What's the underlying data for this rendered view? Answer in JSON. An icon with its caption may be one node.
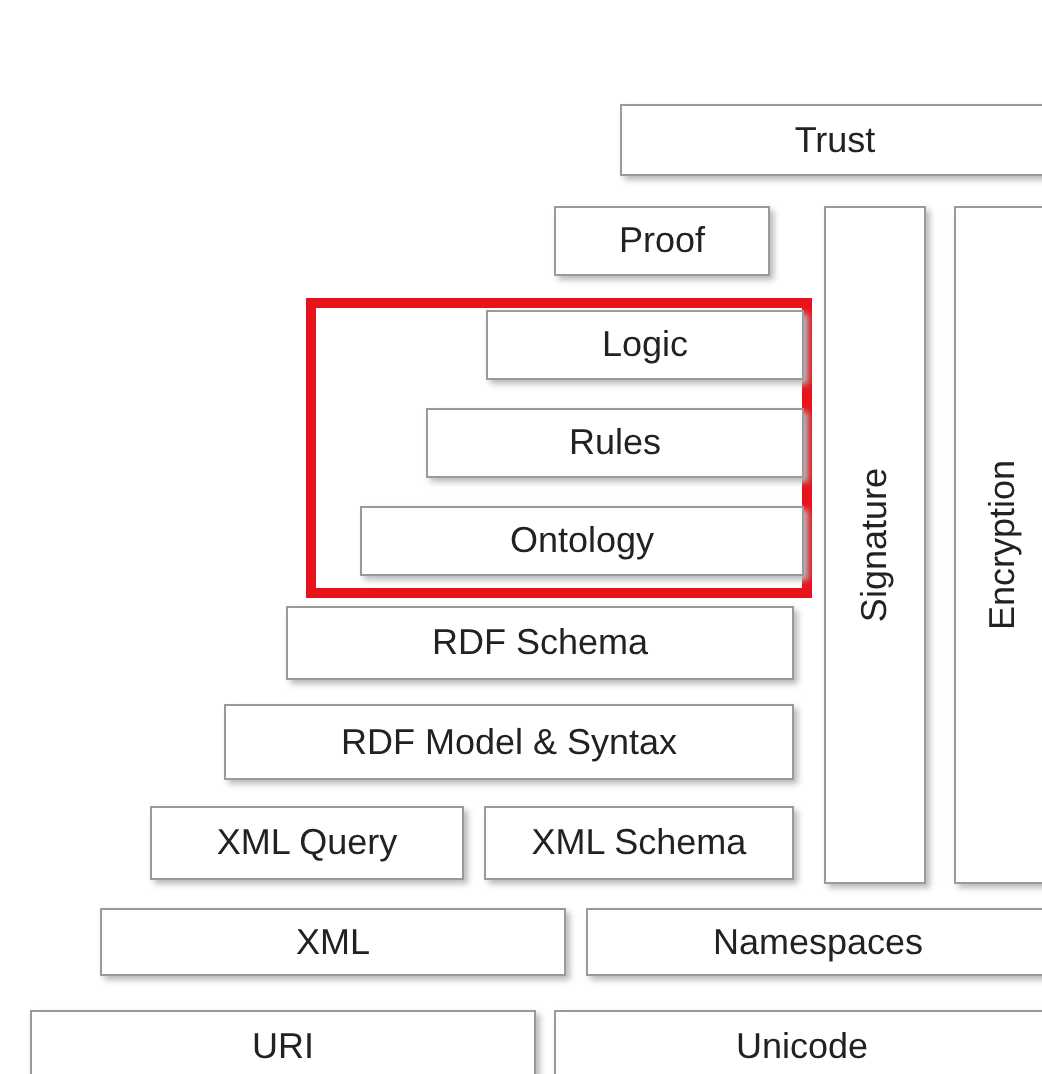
{
  "diagram": {
    "nodes": [
      {
        "text": [
          "Trust"
        ]
      },
      {
        "text": [
          "Proof"
        ]
      },
      {
        "text": [],
        "shape": "box"
      },
      {
        "text": [
          "Logic"
        ],
        "in": 2
      },
      {
        "text": [
          "Rules"
        ],
        "in": 2
      },
      {
        "text": [
          "Ontology"
        ],
        "in": 2
      },
      {
        "text": [
          "Signature"
        ]
      },
      {
        "text": [
          "Encryption"
        ]
      },
      {
        "text": [
          "RDF Schema"
        ]
      },
      {
        "text": [
          "RDF Model & Syntax"
        ]
      },
      {
        "text": [
          "XML Query"
        ]
      },
      {
        "text": [
          "XML Schema"
        ]
      },
      {
        "text": [
          "XML"
        ]
      },
      {
        "text": [
          "Namespaces"
        ]
      },
      {
        "text": [
          "URI"
        ]
      },
      {
        "text": [
          "Unicode"
        ]
      }
    ]
  }
}
